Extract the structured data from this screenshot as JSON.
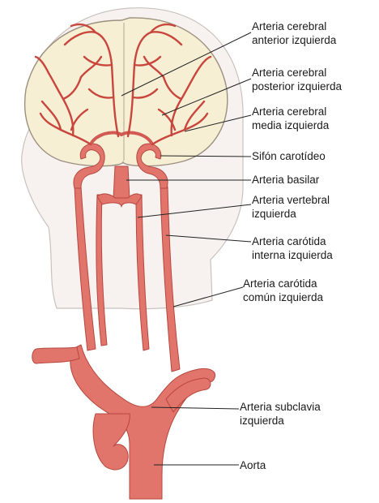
{
  "labels": {
    "aca": "Arteria cerebral\nanterior izquierda",
    "pca": "Arteria cerebral\nposterior izquierda",
    "mca": "Arteria cerebral\nmedia izquierda",
    "siphon": "Sifón carotídeo",
    "basilar": "Arteria basilar",
    "vertebral": "Arteria vertebral\nizquierda",
    "ica": "Arteria carótida\ninterna izquierda",
    "cca": "Arteria carótida\ncomún izquierda",
    "subclavian": "Arteria subclavia\nizquierda",
    "aorta": "Aorta"
  },
  "colors": {
    "artery": "#e2756b",
    "artery_outline": "#b5473f",
    "brain_fill": "#f6efd3",
    "brain_outline": "#9c8f80",
    "head_fill": "#f7f2f0",
    "head_outline": "#c9c2bd",
    "leader_line": "#222222"
  }
}
